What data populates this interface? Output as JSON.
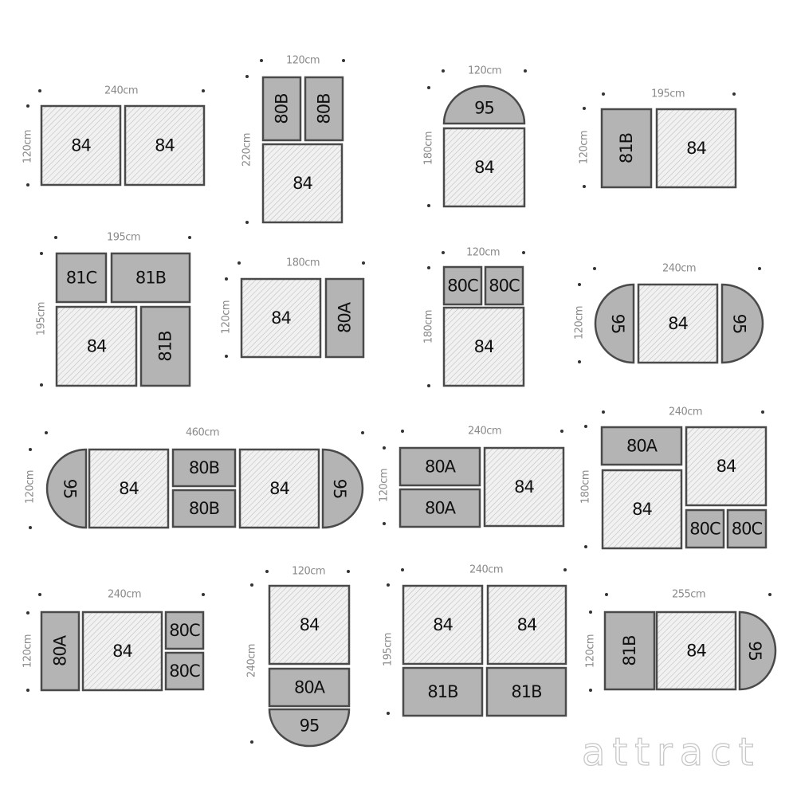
{
  "brand": "attract",
  "layouts": [
    {
      "id": "r1c1",
      "width_label": "240cm",
      "height_label": "120cm",
      "modules": [
        "84",
        "84"
      ]
    },
    {
      "id": "r1c2",
      "width_label": "120cm",
      "height_label": "220cm",
      "modules": [
        "80B",
        "80B",
        "84"
      ]
    },
    {
      "id": "r1c3",
      "width_label": "120cm",
      "height_label": "180cm",
      "modules": [
        "95",
        "84"
      ]
    },
    {
      "id": "r1c4",
      "width_label": "195cm",
      "height_label": "120cm",
      "modules": [
        "81B",
        "84"
      ]
    },
    {
      "id": "r2c1",
      "width_label": "195cm",
      "height_label": "195cm",
      "modules": [
        "81C",
        "81B",
        "84",
        "81B"
      ]
    },
    {
      "id": "r2c2",
      "width_label": "180cm",
      "height_label": "120cm",
      "modules": [
        "84",
        "80A"
      ]
    },
    {
      "id": "r2c3",
      "width_label": "120cm",
      "height_label": "180cm",
      "modules": [
        "80C",
        "80C",
        "84"
      ]
    },
    {
      "id": "r2c4",
      "width_label": "240cm",
      "height_label": "120cm",
      "modules": [
        "95",
        "84",
        "95"
      ]
    },
    {
      "id": "r3c1",
      "width_label": "460cm",
      "height_label": "120cm",
      "modules": [
        "95",
        "84",
        "80B",
        "80B",
        "84",
        "95"
      ]
    },
    {
      "id": "r3c2",
      "width_label": "240cm",
      "height_label": "120cm",
      "modules": [
        "80A",
        "80A",
        "84"
      ]
    },
    {
      "id": "r3c3",
      "width_label": "240cm",
      "height_label": "180cm",
      "modules": [
        "80A",
        "84",
        "84",
        "80C",
        "80C"
      ]
    },
    {
      "id": "r4c1",
      "width_label": "240cm",
      "height_label": "120cm",
      "modules": [
        "80A",
        "84",
        "80C",
        "80C"
      ]
    },
    {
      "id": "r4c2",
      "width_label": "120cm",
      "height_label": "240cm",
      "modules": [
        "84",
        "80A",
        "95"
      ]
    },
    {
      "id": "r4c3",
      "width_label": "240cm",
      "height_label": "195cm",
      "modules": [
        "84",
        "84",
        "81B",
        "81B"
      ]
    },
    {
      "id": "r4c4",
      "width_label": "255cm",
      "height_label": "120cm",
      "modules": [
        "81B",
        "84",
        "95"
      ]
    }
  ]
}
